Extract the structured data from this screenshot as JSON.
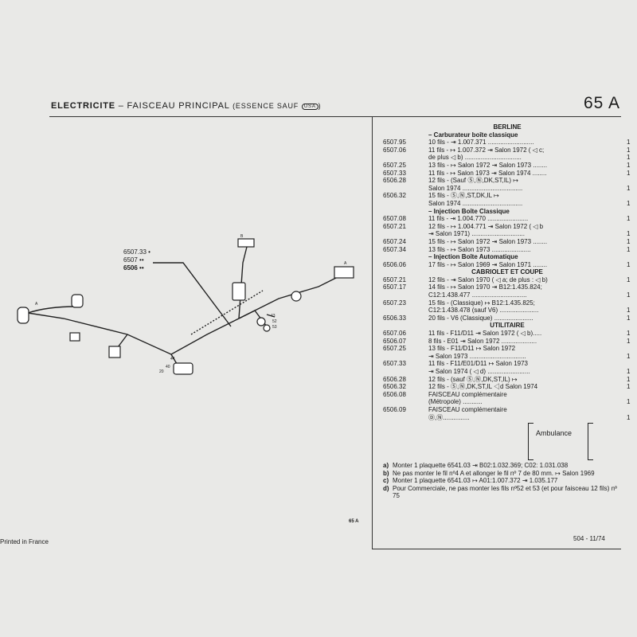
{
  "header": {
    "title_prefix": "ELECTRICITE",
    "title_rest": " – FAISCEAU PRINCIPAL",
    "title_paren": "(ESSENCE SAUF",
    "usa_badge": "USA",
    "title_close": ")",
    "page_code": "65 A"
  },
  "diagram": {
    "legend": [
      "6507.33",
      "6507",
      "6506"
    ],
    "legend_marks": [
      "•",
      "••",
      "••"
    ],
    "labels": [
      "A",
      "B",
      "A",
      "40",
      "20",
      "43",
      "44",
      "52",
      "53"
    ]
  },
  "figure_number": "65 A",
  "footer": {
    "printed": "Printed in France",
    "page_ref": "504 - 11/74"
  },
  "rows": [
    {
      "type": "sect",
      "text": "BERLINE"
    },
    {
      "type": "sub",
      "text": "– Carburateur boîte classique"
    },
    {
      "code": "6507.95",
      "desc": "10 fils - ⇥ 1.007.371 ..........................",
      "qty": "1"
    },
    {
      "code": "6507.06",
      "desc": "11 fils - ↦ 1.007.372 ⇥ Salon 1972 ( ◁ c;",
      "qty": "1"
    },
    {
      "code": "",
      "desc": "de plus ◁ b) ................................",
      "qty": "1"
    },
    {
      "code": "6507.25",
      "desc": "13 fils - ↦ Salon 1972 ⇥ Salon 1973 ........",
      "qty": "1"
    },
    {
      "code": "6507.33",
      "desc": "11 fils - ↦ Salon 1973 ⇥ Salon 1974 ........",
      "qty": "1"
    },
    {
      "code": "6506.28",
      "desc": "12 fils - (Sauf Ⓢ,Ⓝ,DK,ST,IL) ↦",
      "qty": ""
    },
    {
      "code": "",
      "desc": "Salon 1974 ..................................",
      "qty": "1"
    },
    {
      "code": "6506.32",
      "desc": "15 fils - Ⓢ,Ⓝ,ST,DK,IL ↦",
      "qty": ""
    },
    {
      "code": "",
      "desc": "Salon 1974 ..................................",
      "qty": "1"
    },
    {
      "type": "sub",
      "text": "– Injection Boîte Classique"
    },
    {
      "code": "6507.08",
      "desc": "11 fils - ⇥ 1.004.770 .......................",
      "qty": "1"
    },
    {
      "code": "6507.21",
      "desc": "12 fils - ↦ 1.004.771 ⇥ Salon 1972 ( ◁ b",
      "qty": ""
    },
    {
      "code": "",
      "desc": "⇥ Salon 1971) ..............................",
      "qty": "1"
    },
    {
      "code": "6507.24",
      "desc": "15 fils - ↦ Salon 1972 ⇥ Salon 1973 ........",
      "qty": "1"
    },
    {
      "code": "6507.34",
      "desc": "13 fils - ↦ Salon 1973 ......................",
      "qty": "1"
    },
    {
      "type": "sub",
      "text": "– Injection Boîte Automatique"
    },
    {
      "code": "6506.06",
      "desc": "17 fils - ↦ Salon 1969 ⇥ Salon 1971 ........",
      "qty": "1"
    },
    {
      "type": "sect",
      "text": "CABRIOLET ET COUPE"
    },
    {
      "code": "6507.21",
      "desc": "12 fils - ⇥ Salon 1970 ( ◁ a; de plus : ◁ b)",
      "qty": "1"
    },
    {
      "code": "6507.17",
      "desc": "14 fils - ↦ Salon 1970 ⇥ B12:1.435.824;",
      "qty": ""
    },
    {
      "code": "",
      "desc": "C12:1.438.477 ...............................",
      "qty": "1"
    },
    {
      "code": "6507.23",
      "desc": "15 fils - (Classique) ↦ B12:1.435.825;",
      "qty": ""
    },
    {
      "code": "",
      "desc": "C12:1.438.478 (sauf V6) ......................",
      "qty": "1"
    },
    {
      "code": "6506.33",
      "desc": "20 fils - V6 (Classique) ......................",
      "qty": "1"
    },
    {
      "type": "sect",
      "text": "UTILITAIRE"
    },
    {
      "code": "6507.06",
      "desc": "11 fils - F11/D11 ⇥ Salon 1972 ( ◁ b).....",
      "qty": "1"
    },
    {
      "code": "6506.07",
      "desc": "8 fils - E01 ⇥ Salon 1972 ....................",
      "qty": "1"
    },
    {
      "code": "6507.25",
      "desc": "13 fils - F11/D11 ↦ Salon 1972",
      "qty": ""
    },
    {
      "code": "",
      "desc": "⇥ Salon 1973 ................................",
      "qty": "1"
    },
    {
      "code": "6507.33",
      "desc": "11 fils - F11/E01/D11 ↦ Salon 1973",
      "qty": ""
    },
    {
      "code": "",
      "desc": "⇥ Salon 1974 ( ◁ d) ........................",
      "qty": "1"
    },
    {
      "code": "6506.28",
      "desc": "12 fils - (sauf Ⓢ,Ⓝ,DK,ST,IL) ↦",
      "qty": "1"
    },
    {
      "code": "6506.32",
      "desc": "12 fils - Ⓢ,Ⓝ,DK,ST,IL ◁d  Salon 1974",
      "qty": "1"
    },
    {
      "code": "6506.08",
      "desc": "FAISCEAU complémentaire",
      "qty": ""
    },
    {
      "code": "",
      "desc": "(Métropole) ...........",
      "qty": "1"
    },
    {
      "code": "6506.09",
      "desc": "FAISCEAU complémentaire",
      "qty": ""
    },
    {
      "code": "",
      "desc": "Ⓓ,Ⓝ...............",
      "qty": "1"
    }
  ],
  "ambulance": {
    "label": "Ambulance"
  },
  "notes": [
    {
      "k": "a)",
      "t": "Monter 1 plaquette 6541.03 ⇥ B02:1.032.369; C02: 1.031.038"
    },
    {
      "k": "b)",
      "t": "Ne pas monter le fil nº4 A et allonger le fil nº 7 de 80 mm. ↦ Salon 1969"
    },
    {
      "k": "c)",
      "t": "Monter 1 plaquette 6541.03 ↦ A01:1.007.372 ⇥ 1.035.177"
    },
    {
      "k": "d)",
      "t": "Pour Commerciale, ne pas monter les fils nº52 et 53 (et pour faisceau 12 fils) nº 75"
    }
  ]
}
